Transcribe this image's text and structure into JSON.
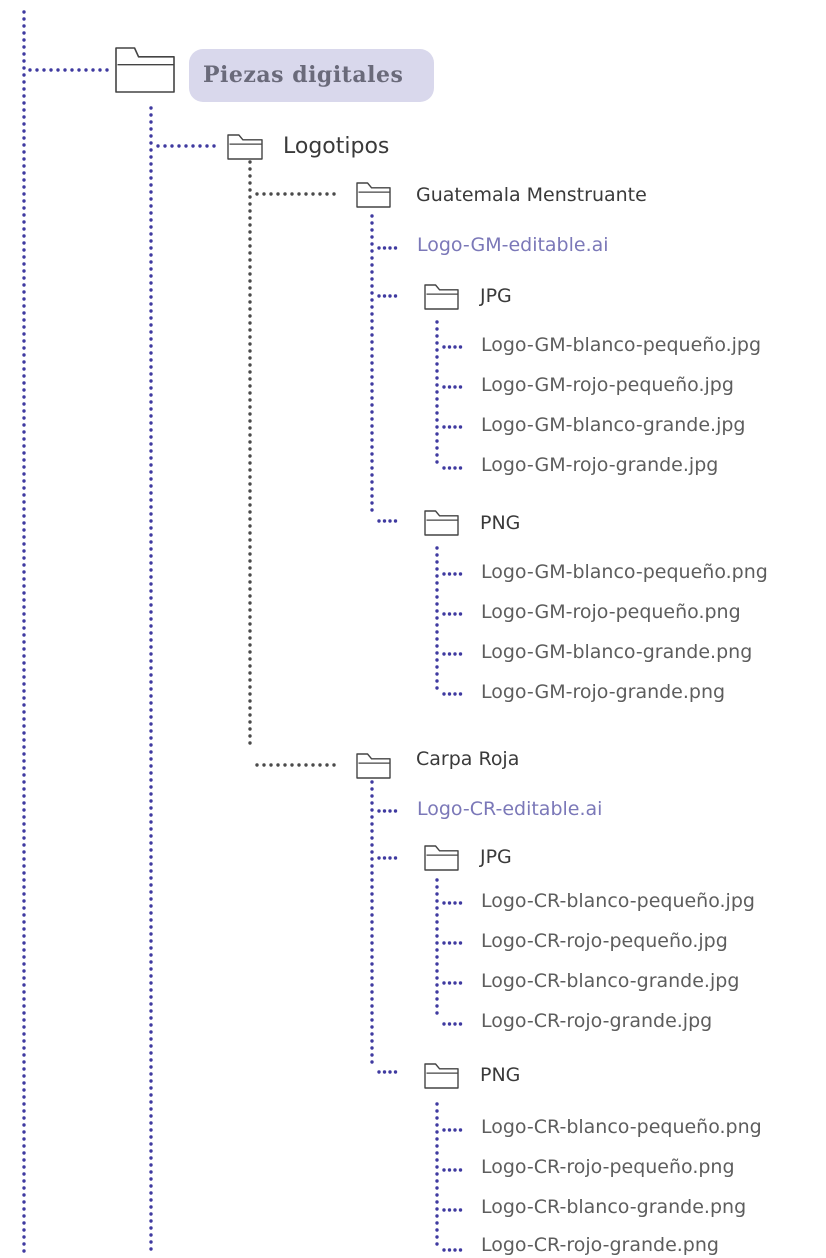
{
  "colors": {
    "accent_dots": "#3f3aa0",
    "gray_dots": "#4a4a4a",
    "editable_text": "#7b78b8",
    "pill_bg": "#d9d8ec"
  },
  "icons": {
    "folder": "folder-icon"
  },
  "root": {
    "label": "Piezas digitales"
  },
  "logotipos": {
    "label": "Logotipos"
  },
  "gm": {
    "label": "Guatemala Menstruante",
    "editable": "Logo-GM-editable.ai",
    "jpg": {
      "label": "JPG",
      "files": [
        "Logo-GM-blanco-pequeño.jpg",
        "Logo-GM-rojo-pequeño.jpg",
        "Logo-GM-blanco-grande.jpg",
        "Logo-GM-rojo-grande.jpg"
      ]
    },
    "png": {
      "label": "PNG",
      "files": [
        "Logo-GM-blanco-pequeño.png",
        "Logo-GM-rojo-pequeño.png",
        "Logo-GM-blanco-grande.png",
        "Logo-GM-rojo-grande.png"
      ]
    }
  },
  "cr": {
    "label": "Carpa Roja",
    "editable": "Logo-CR-editable.ai",
    "jpg": {
      "label": "JPG",
      "files": [
        "Logo-CR-blanco-pequeño.jpg",
        "Logo-CR-rojo-pequeño.jpg",
        "Logo-CR-blanco-grande.jpg",
        "Logo-CR-rojo-grande.jpg"
      ]
    },
    "png": {
      "label": "PNG",
      "files": [
        "Logo-CR-blanco-pequeño.png",
        "Logo-CR-rojo-pequeño.png",
        "Logo-CR-blanco-grande.png",
        "Logo-CR-rojo-grande.png"
      ]
    }
  }
}
